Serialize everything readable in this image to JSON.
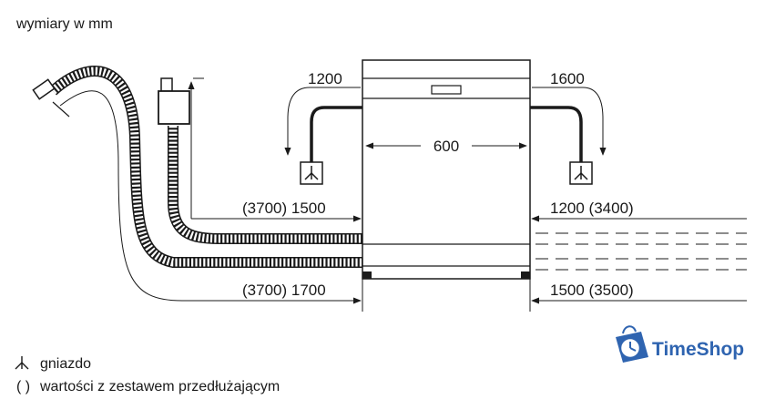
{
  "caption": "wymiary w mm",
  "dimensions": {
    "width": "600",
    "left_top": "1200",
    "right_top": "1600",
    "left_mid": "(3700) 1500",
    "right_mid": "1200 (3400)",
    "left_bottom": "(3700) 1700",
    "right_bottom": "1500 (3500)"
  },
  "legend": {
    "socket_symbol": "⏉",
    "socket_label": "gniazdo",
    "ext_symbol": "( )",
    "ext_label": "wartości z zestawem przedłużającym"
  },
  "watermark": {
    "brand": "TimeShop",
    "color": "#2f64b0"
  },
  "icons": [
    "socket-icon",
    "bag-clock-icon"
  ]
}
